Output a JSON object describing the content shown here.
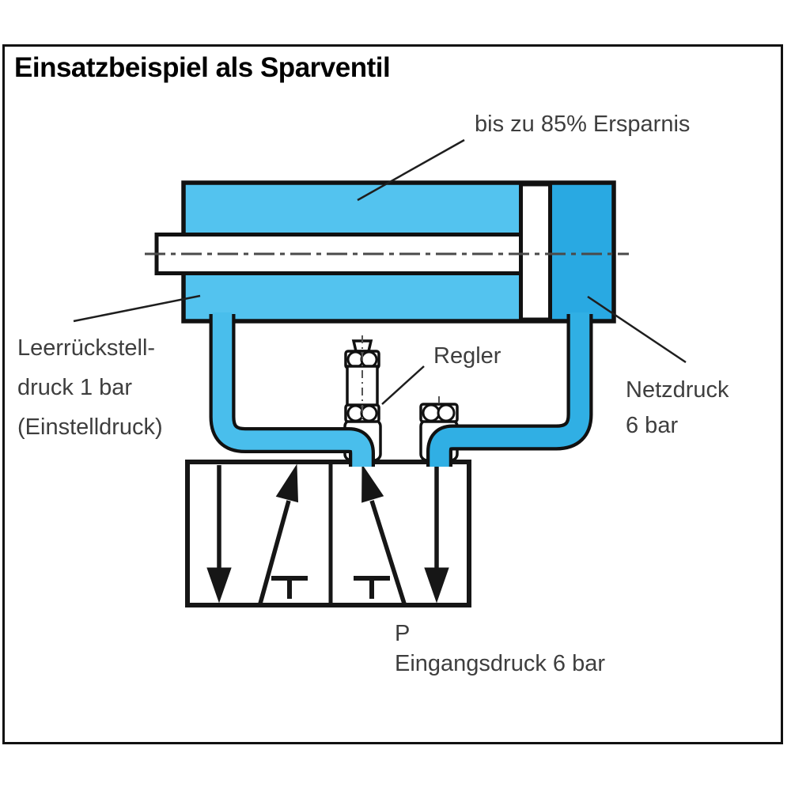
{
  "title": "Einsatzbeispiel als Sparventil",
  "labels": {
    "savings": "bis zu 85% Ersparnis",
    "return_pressure_line1": "Leerrückstell-",
    "return_pressure_line2": "druck 1 bar",
    "return_pressure_line3": "(Einstelldruck)",
    "regulator": "Regler",
    "network_pressure_line1": "Netzdruck",
    "network_pressure_line2": "6 bar",
    "port": "P",
    "input_pressure": "Eingangsdruck 6 bar"
  },
  "colors": {
    "cylinder_fill": "#53C3EF",
    "network_fill": "#29A9E2",
    "left_pipe_fill": "#49BEEC",
    "right_pipe_fill": "#30AFE4",
    "outline": "#111111",
    "label_text": "#3e3e3e"
  }
}
